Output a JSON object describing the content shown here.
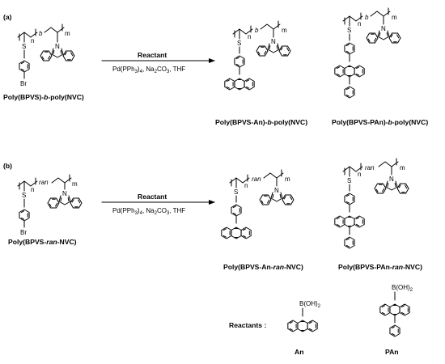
{
  "panels": [
    {
      "tag": "(a)",
      "start_name": {
        "pre": "Poly(BPVS)-",
        "em": "b",
        "post": "-poly(NVC)"
      },
      "link_label": "b",
      "reactant_label": "Reactant",
      "conditions": {
        "a": "Pd(PPh",
        "b": "3",
        "c": ")",
        "d": "4",
        "e": ", Na",
        "f": "2",
        "g": "CO",
        "h": "3",
        "i": ", THF"
      },
      "product1_name": {
        "pre": "Poly(BPVS-An)-",
        "em": "b",
        "post": "-poly(NVC)"
      },
      "product2_name": {
        "pre": "Poly(BPVS-PAn)-",
        "em": "b",
        "post": "-poly(NVC)"
      }
    },
    {
      "tag": "(b)",
      "start_name": {
        "pre": "Poly(BPVS-",
        "em": "ran",
        "post": "-NVC)"
      },
      "link_label": "ran",
      "reactant_label": "Reactant",
      "conditions": {
        "a": "Pd(PPh",
        "b": "3",
        "c": ")",
        "d": "4",
        "e": ", Na",
        "f": "2",
        "g": "CO",
        "h": "3",
        "i": ", THF"
      },
      "product1_name": {
        "pre": "Poly(BPVS-An-",
        "em": "ran",
        "post": "-NVC)"
      },
      "product2_name": {
        "pre": "Poly(BPVS-PAn-",
        "em": "ran",
        "post": "-NVC)"
      }
    }
  ],
  "atoms": {
    "S": "S",
    "N": "N",
    "Br": "Br",
    "n": "n",
    "m": "m"
  },
  "boronic": {
    "main": "B(OH)",
    "sub": "2"
  },
  "reactants": {
    "heading": "Reactants :",
    "items": [
      {
        "name": "An"
      },
      {
        "name": "PAn"
      }
    ]
  }
}
